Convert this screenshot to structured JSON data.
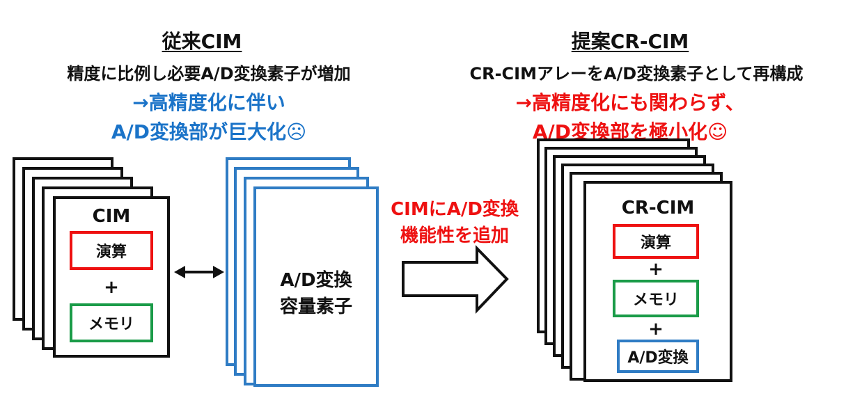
{
  "left": {
    "title": "従来CIM",
    "subtitle": "精度に比例し必要A/D変換素子が増加",
    "note_line1": "→高精度化に伴い",
    "note_line2": "A/D変換部が巨大化☹",
    "cim_card": {
      "label": "CIM",
      "compute": "演算",
      "plus": "+",
      "memory": "メモリ"
    },
    "adc_card": {
      "line1": "A/D変換",
      "line2": "容量素子"
    }
  },
  "middle": {
    "line1": "CIMにA/D変換",
    "line2": "機能性を追加"
  },
  "right": {
    "title": "提案CR-CIM",
    "subtitle": "CR-CIMアレーをA/D変換素子として再構成",
    "note_line1": "→高精度化にも関わらず、",
    "note_line2": "A/D変換部を極小化☺",
    "card": {
      "label": "CR-CIM",
      "compute": "演算",
      "plus1": "+",
      "memory": "メモリ",
      "plus2": "+",
      "adc": "A/D変換"
    }
  },
  "colors": {
    "compute_border": "#ee1111",
    "memory_border": "#1a9b48",
    "adc_border": "#2f7cc4",
    "blue_text": "#1a73c8",
    "red_text": "#ee1111"
  }
}
